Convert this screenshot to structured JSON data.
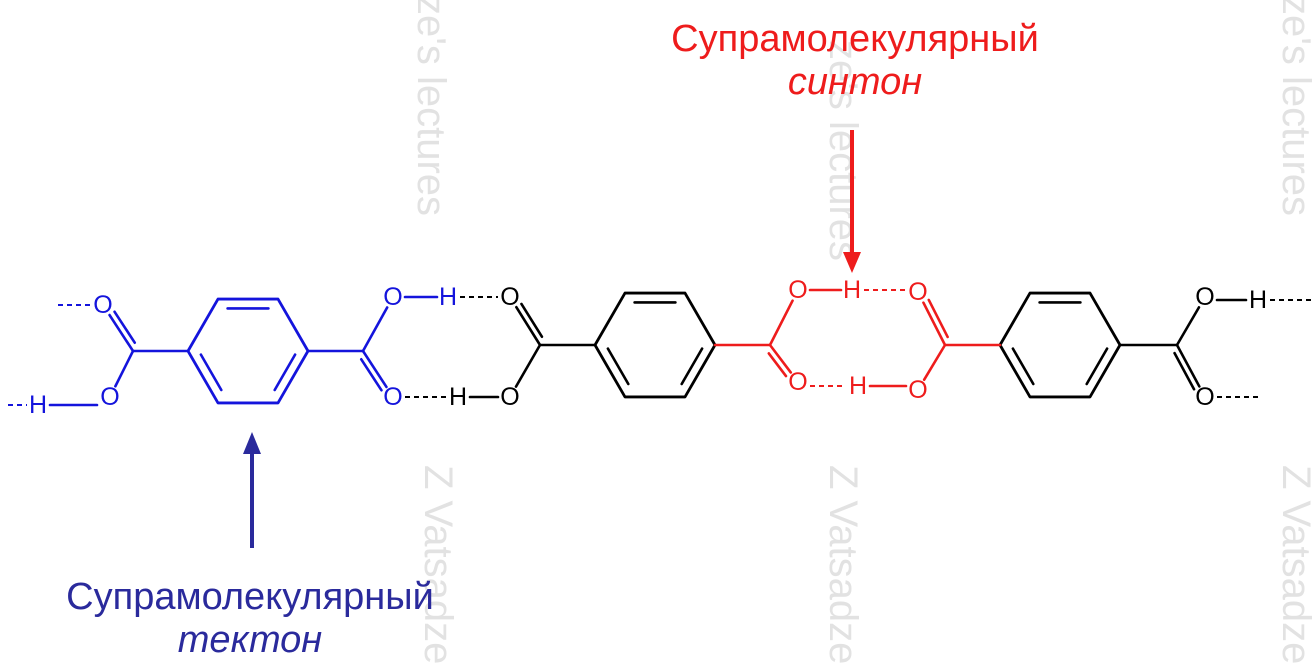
{
  "colors": {
    "synthon": "#ee1c1c",
    "tecton": "#2a2a9c",
    "tecton_molecule": "#1414dc",
    "default_molecule": "#000000",
    "watermark": "#e2e2e2",
    "background": "#ffffff"
  },
  "labels": {
    "synthon": {
      "line1": "Супрамолекулярный",
      "line2": "синтон"
    },
    "tecton": {
      "line1": "Супрамолекулярный",
      "line2": "тектон"
    }
  },
  "atoms": {
    "oxygen": "O",
    "hydrogen": "H"
  },
  "watermark": {
    "text_top": "ze's lectures",
    "text_bottom": "Z Vatsadze s"
  },
  "icons": [
    "arrow-down-icon",
    "arrow-up-icon",
    "benzene-ring-icon"
  ]
}
